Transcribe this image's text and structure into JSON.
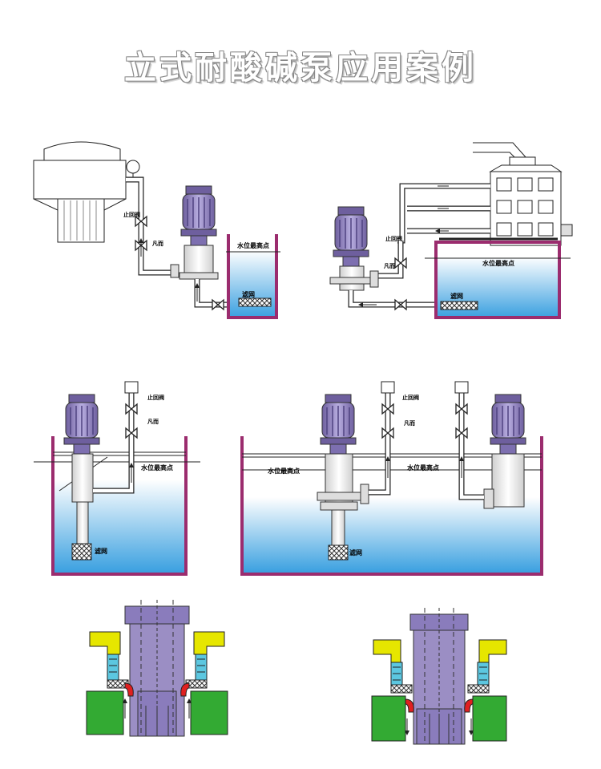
{
  "title": "立式耐酸碱泵应用案例",
  "labels": {
    "check_valve": "止回阀",
    "gate_valve": "凡而",
    "max_water_level": "水位最高点",
    "filter_screen": "滤网"
  },
  "colors": {
    "tank_wall": "#9b2c6e",
    "water_top": "#ffffff",
    "water_bottom": "#3aa0e0",
    "motor": "#9b8ec4",
    "motor_dark": "#6e5f9e",
    "pipe": "#eeeeee",
    "seal_yellow": "#e6e600",
    "seal_green": "#33aa33",
    "seal_cyan": "#5cc7e0",
    "seal_red": "#e02020"
  }
}
